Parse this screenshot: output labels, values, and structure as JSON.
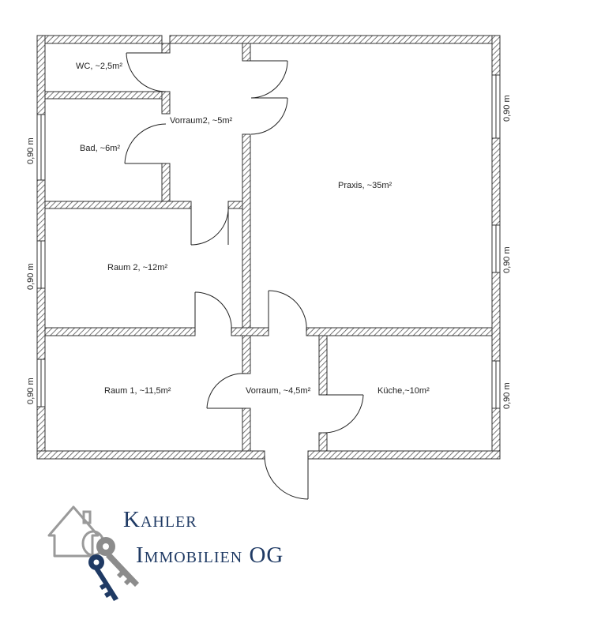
{
  "rooms": {
    "wc": "WC, ~2,5m²",
    "vorraum2": "Vorraum2, ~5m²",
    "bad": "Bad, ~6m²",
    "praxis": "Praxis, ~35m²",
    "raum2": "Raum 2, ~12m²",
    "raum1": "Raum 1, ~11,5m²",
    "vorraum": "Vorraum, ~4,5m²",
    "kueche": "Küche,~10m²"
  },
  "windows": {
    "left_top": "0,90 m",
    "left_mid": "0,90 m",
    "left_bottom": "0,90 m",
    "right_top": "0,90 m",
    "right_mid": "0,90 m",
    "right_bottom": "0,90 m"
  },
  "logo": {
    "line1": "Kahler",
    "line2": "Immobilien OG",
    "icon": "house-key-icon",
    "color": "#1f3a64"
  }
}
